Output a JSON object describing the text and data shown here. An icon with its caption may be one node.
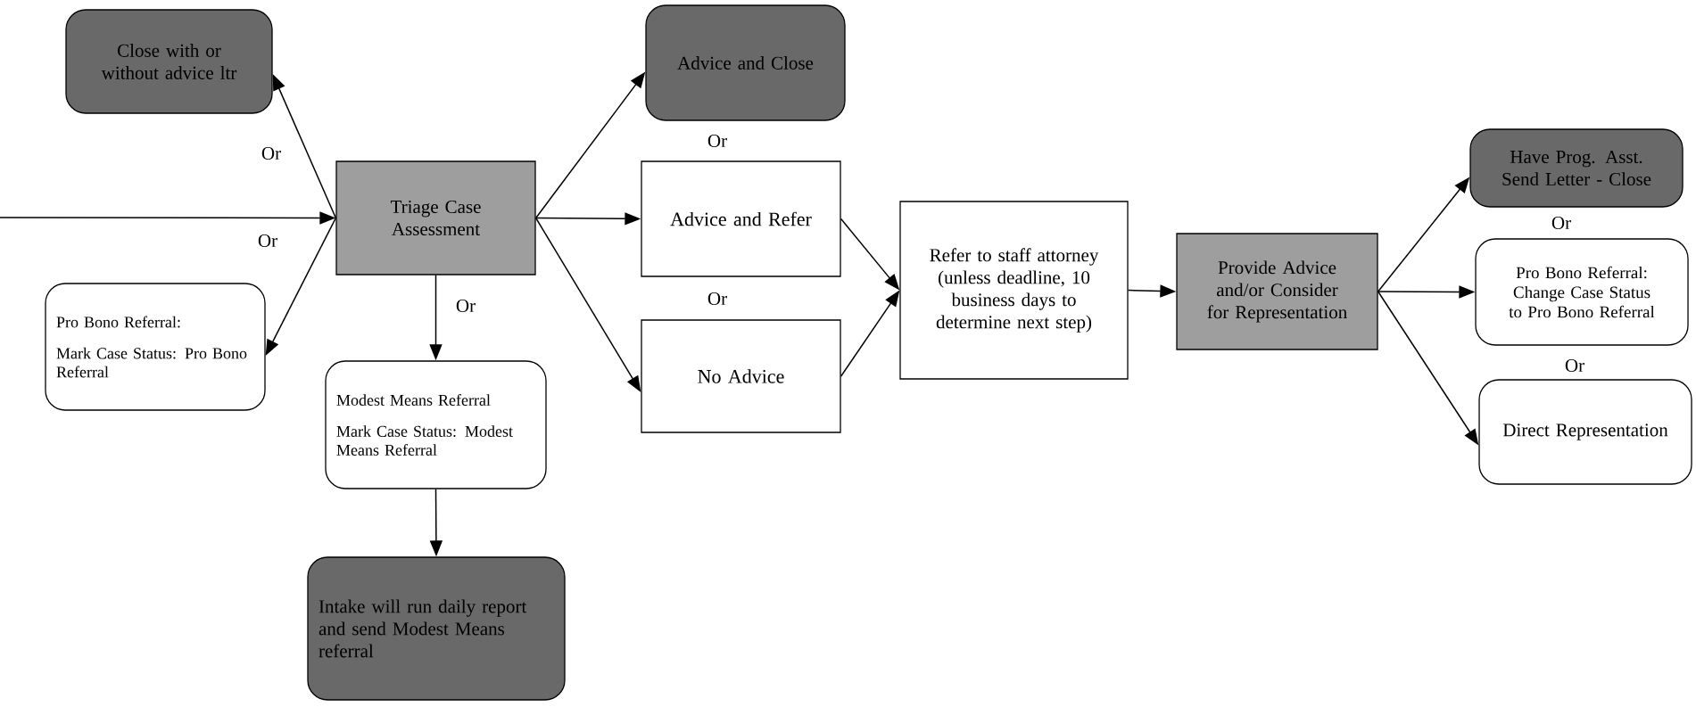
{
  "diagram": {
    "nodes": [
      {
        "text": [
          "Close with or without advice ltr"
        ]
      },
      {
        "text": [
          "Triage Case Assessment"
        ]
      },
      {
        "text": [
          "Pro Bono Referral:",
          "Mark Case Status: Pro Bono Referral"
        ]
      },
      {
        "text": [
          "Modest Means Referral",
          "Mark Case Status: Modest Means Referral"
        ]
      },
      {
        "text": [
          "Intake will run daily report and send Modest Means referral"
        ]
      },
      {
        "text": [
          "Advice and Close"
        ]
      },
      {
        "text": [
          "Advice and Refer"
        ]
      },
      {
        "text": [
          "No Advice"
        ]
      },
      {
        "text": [
          "Refer to staff attorney (unless deadline, 10 business days to determine next step)"
        ]
      },
      {
        "text": [
          "Provide Advice and/or Consider for Representation"
        ]
      },
      {
        "text": [
          "Have Prog. Asst. Send Letter - Close"
        ]
      },
      {
        "text": [
          "Pro Bono Referral: Change Case Status to Pro Bono Referral"
        ]
      },
      {
        "text": [
          "Direct Representation"
        ]
      }
    ],
    "edges": [
      {
        "from": null,
        "to": 1,
        "arrow": "to"
      },
      {
        "from": 1,
        "to": 0,
        "arrow": "to"
      },
      {
        "from": 1,
        "to": 2,
        "arrow": "to"
      },
      {
        "from": 1,
        "to": 3,
        "arrow": "to"
      },
      {
        "from": 3,
        "to": 4,
        "arrow": "to"
      },
      {
        "from": 1,
        "to": 5,
        "arrow": "to"
      },
      {
        "from": 1,
        "to": 6,
        "arrow": "to"
      },
      {
        "from": 1,
        "to": 7,
        "arrow": "to"
      },
      {
        "from": 6,
        "to": 8,
        "arrow": "to"
      },
      {
        "from": 7,
        "to": 8,
        "arrow": "to"
      },
      {
        "from": 8,
        "to": 9,
        "arrow": "to"
      },
      {
        "from": 9,
        "to": 10,
        "arrow": "to"
      },
      {
        "from": 9,
        "to": 11,
        "arrow": "to"
      },
      {
        "from": 9,
        "to": 12,
        "arrow": "to"
      }
    ],
    "labels": [
      "Or",
      "Or",
      "Or",
      "Or",
      "Or",
      "Or",
      "Or"
    ]
  }
}
